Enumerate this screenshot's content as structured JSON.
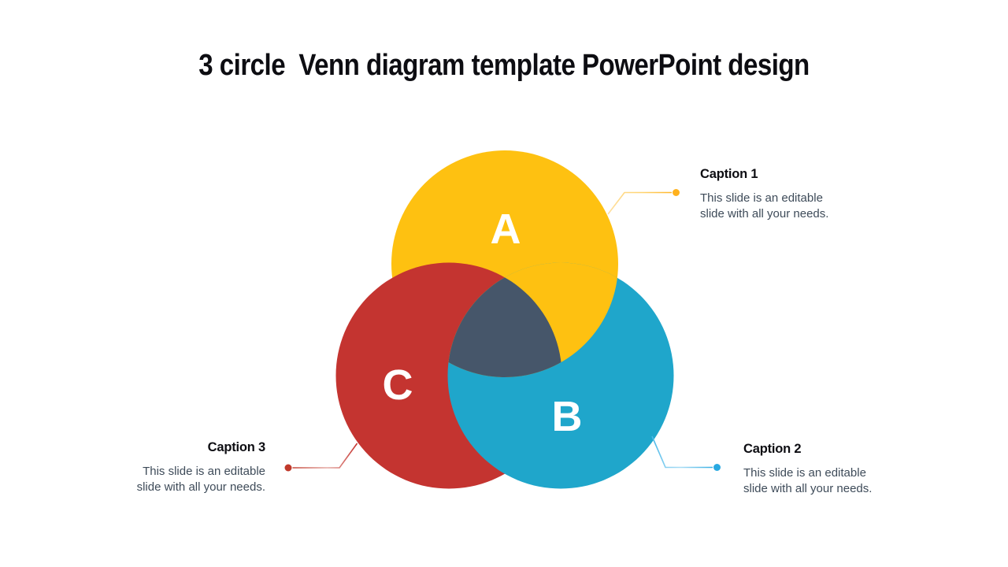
{
  "slide": {
    "title": "3 circle  Venn diagram template PowerPoint design",
    "background_color": "#FFFFFF"
  },
  "venn": {
    "circles": [
      {
        "id": "A",
        "label": "A",
        "color": "#FEC111"
      },
      {
        "id": "B",
        "label": "B",
        "color": "#1FA6CB"
      },
      {
        "id": "C",
        "label": "C",
        "color": "#C43430"
      }
    ],
    "center_color": "#46566A",
    "overlap_order": "C over A, A over B, B over C, dark triple-center"
  },
  "captions": [
    {
      "heading": "Caption 1",
      "body": "This slide is an editable slide with all your needs.",
      "accent": "#FFB11E",
      "position": "top-right"
    },
    {
      "heading": "Caption 2",
      "body": "This slide is an editable slide with all your needs.",
      "accent": "#29A9E1",
      "position": "bottom-right"
    },
    {
      "heading": "Caption 3",
      "body": "This slide is an editable slide with all your needs.",
      "accent": "#C0392B",
      "position": "bottom-left"
    }
  ]
}
